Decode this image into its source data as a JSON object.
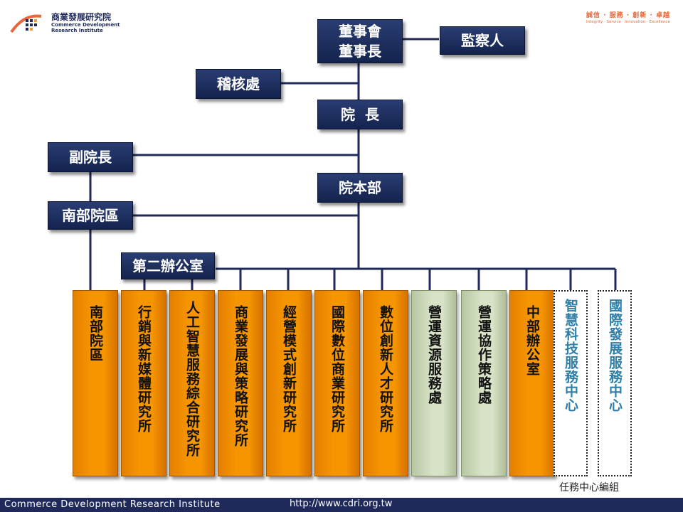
{
  "header": {
    "logo_cn": "商業發展研究院",
    "logo_en_line1": "Commerce Development",
    "logo_en_line2": "Research Institute",
    "slogan_cn": "誠信 · 服務 · 創新 · 卓越",
    "slogan_en": "Integrity · Service · Innovation · Excellence"
  },
  "org": {
    "board_line1": "董事會",
    "board_line2": "董事長",
    "supervisor": "監察人",
    "audit": "稽核處",
    "president": "院  長",
    "vice_president": "副院長",
    "headquarters": "院本部",
    "southern_campus": "南部院區",
    "second_office": "第二辦公室"
  },
  "units": [
    {
      "label": "南部院區",
      "style": "orange"
    },
    {
      "label": "行銷與新媒體研究所",
      "style": "orange"
    },
    {
      "label": "人工智慧服務綜合研究所",
      "style": "orange"
    },
    {
      "label": "商業發展與策略研究所",
      "style": "orange"
    },
    {
      "label": "經營模式創新研究所",
      "style": "orange"
    },
    {
      "label": "國際數位商業研究所",
      "style": "orange"
    },
    {
      "label": "數位創新人才研究所",
      "style": "orange"
    },
    {
      "label": "營運資源服務處",
      "style": "green"
    },
    {
      "label": "營運協作策略處",
      "style": "green"
    },
    {
      "label": "中部辦公室",
      "style": "orange"
    },
    {
      "label": "智慧科技服務中心",
      "style": "dotted"
    },
    {
      "label": "國際發展服務中心",
      "style": "dotted"
    }
  ],
  "task_center_note": "任務中心編組",
  "footer": {
    "institute_name": "Commerce Development Research Institute",
    "url": "http://www.cdri.org.tw",
    "color": "#1f2a5a"
  },
  "colors": {
    "navy_box": "#1f2f60",
    "orange_unit": "#f59500",
    "green_unit": "#d8e2c6",
    "dotted_text": "#2f7fa8"
  }
}
